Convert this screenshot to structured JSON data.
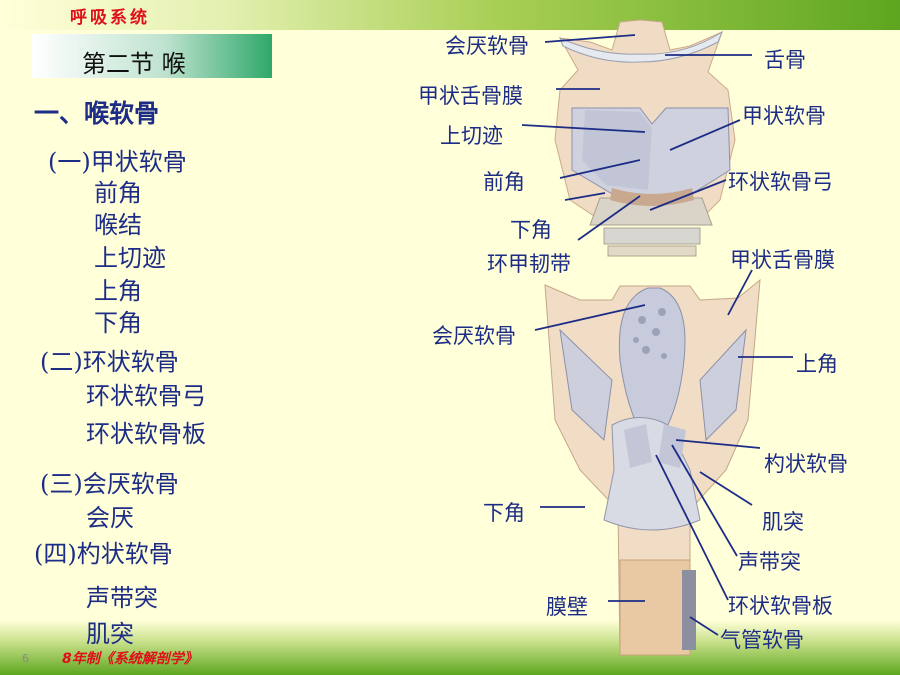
{
  "header": {
    "title": "呼吸系统"
  },
  "section": {
    "title": "第二节  喉"
  },
  "outline": {
    "heading": "一、喉软骨",
    "items": [
      "(一)甲状软骨",
      "前角",
      "喉结",
      "上切迹",
      "上角",
      "下角",
      "(二)环状软骨",
      "环状软骨弓",
      "环状软骨板",
      "(三)会厌软骨",
      "会厌",
      "(四)杓状软骨",
      "声带突",
      "肌突"
    ]
  },
  "figure_top": {
    "labels": [
      "会厌软骨",
      "舌骨",
      "甲状舌骨膜",
      "甲状软骨",
      "上切迹",
      "前角",
      "环状软骨弓",
      "下角",
      "环甲韧带"
    ]
  },
  "figure_bottom": {
    "labels": [
      "甲状舌骨膜",
      "会厌软骨",
      "上角",
      "杓状软骨",
      "肌突",
      "下角",
      "声带突",
      "膜壁",
      "环状软骨板",
      "气管软骨"
    ]
  },
  "footer": {
    "page": "6",
    "text": "8年制《系统解剖学》"
  },
  "colors": {
    "header_red": "#e0101a",
    "text_blue": "#1d2d86",
    "band_green": "#5ea61f"
  }
}
